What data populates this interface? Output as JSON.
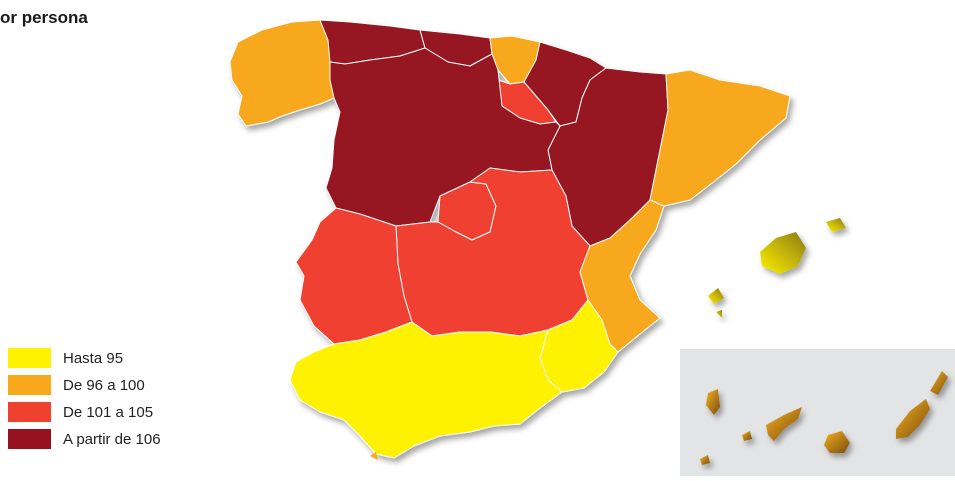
{
  "title": "or persona",
  "colors": {
    "hasta_95": "#fff200",
    "de_96_a_100": "#f7a81b",
    "de_101_a_105": "#ef4130",
    "a_partir_de_106": "#961220",
    "canarias_gradient_light": "#f5b223",
    "canarias_gradient_dark": "#7a4a0c",
    "canarias_background": "#e3e4e6"
  },
  "legend": [
    {
      "label": "Hasta 95",
      "color": "#fff200"
    },
    {
      "label": "De 96 a 100",
      "color": "#f7a81b"
    },
    {
      "label": "De 101 a 105",
      "color": "#ef4130"
    },
    {
      "label": "A partir de 106",
      "color": "#961220"
    }
  ],
  "regions": [
    {
      "name": "Galicia",
      "class": "de_96_a_100"
    },
    {
      "name": "Asturias",
      "class": "a_partir_de_106"
    },
    {
      "name": "Cantabria",
      "class": "a_partir_de_106"
    },
    {
      "name": "País Vasco",
      "class": "de_96_a_100"
    },
    {
      "name": "Navarra",
      "class": "a_partir_de_106"
    },
    {
      "name": "La Rioja",
      "class": "de_101_a_105"
    },
    {
      "name": "Aragón",
      "class": "a_partir_de_106"
    },
    {
      "name": "Cataluña",
      "class": "de_96_a_100"
    },
    {
      "name": "Castilla y León",
      "class": "a_partir_de_106"
    },
    {
      "name": "Madrid",
      "class": "de_101_a_105"
    },
    {
      "name": "Castilla-La Mancha",
      "class": "de_101_a_105"
    },
    {
      "name": "Extremadura",
      "class": "de_101_a_105"
    },
    {
      "name": "Comunidad Valenciana",
      "class": "de_96_a_100"
    },
    {
      "name": "Murcia",
      "class": "hasta_95"
    },
    {
      "name": "Andalucía",
      "class": "hasta_95"
    },
    {
      "name": "Islas Baleares",
      "class": "hasta_95"
    },
    {
      "name": "Canarias",
      "class": "de_96_a_100"
    }
  ]
}
